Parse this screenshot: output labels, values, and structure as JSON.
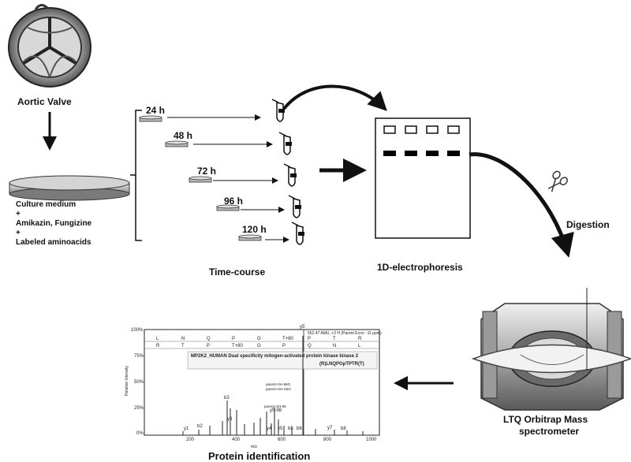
{
  "labels": {
    "aortic_valve": "Aortic Valve",
    "culture_lines": [
      "Culture medium",
      "+",
      "Amikazin, Fungizine",
      "+",
      "Labeled aminoacids"
    ],
    "time_course": "Time-course",
    "electrophoresis": "1D-electrophoresis",
    "digestion": "Digestion",
    "ms_line1": "LTQ Orbitrap Mass",
    "ms_line2": "spectrometer",
    "protein_id": "Protein identification"
  },
  "timepoints": [
    "24 h",
    "48 h",
    "72 h",
    "96 h",
    "120 h"
  ],
  "spectrum": {
    "header": "562.47 AMU, +2 H (Parent Error: -11 ppm)",
    "seq_top": [
      "L",
      "N",
      "Q",
      "P",
      "G",
      "T+80",
      "P",
      "T",
      "R"
    ],
    "seq_bottom": [
      "R",
      "T",
      "P",
      "T+80",
      "G",
      "P",
      "Q",
      "N",
      "L"
    ],
    "protein_line1": "MP2K2_HUMAN Dual specificity mitogen-activated protein kinase kinase 2",
    "protein_line2": "(R)LNQPGpTPTR(T)",
    "ylabel": "Relative Intensity",
    "xlabel": "m/z",
    "yticks": [
      "100%",
      "75%",
      "50%",
      "25%",
      "0%"
    ],
    "xticks": [
      "200",
      "400",
      "600",
      "800",
      "1000"
    ],
    "parent_labels": [
      "parent+2H-98O",
      "parent+2H-H2O",
      "parent+2H-98"
    ],
    "peak_labels": [
      "y5",
      "b3",
      "y5-98",
      "y3",
      "y1",
      "b2",
      "y4",
      "y5",
      "b5",
      "b6",
      "y7",
      "b8"
    ]
  },
  "colors": {
    "ink": "#111111",
    "lane_band": "#000000",
    "dish_fill": "#cfcfcf",
    "ms_metal": "#bdbdbd"
  }
}
